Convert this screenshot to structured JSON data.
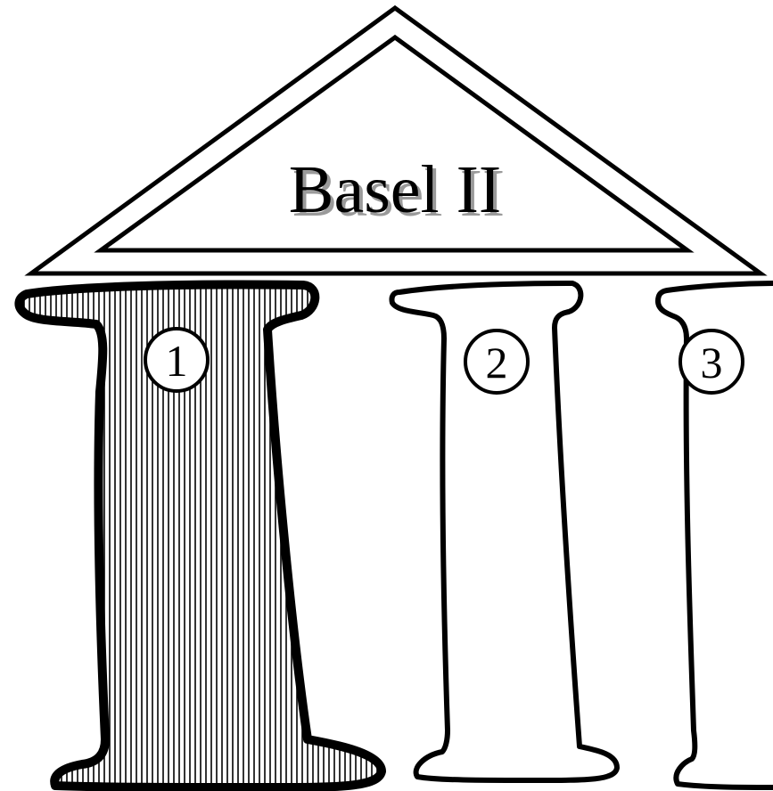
{
  "title": "Basel II",
  "pillars": [
    {
      "number": "1",
      "style": "hatched"
    },
    {
      "number": "2",
      "style": "outline"
    },
    {
      "number": "3",
      "style": "outline"
    }
  ],
  "colors": {
    "ink": "#000000",
    "background": "#ffffff",
    "title_shadow": "#9a9a9a"
  }
}
